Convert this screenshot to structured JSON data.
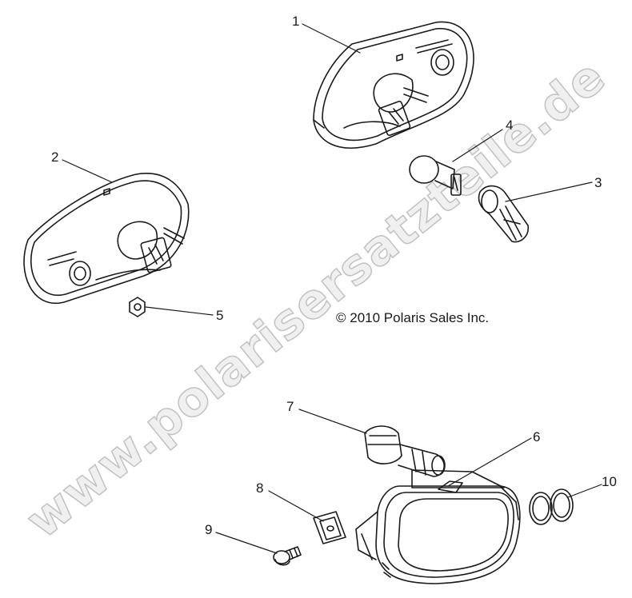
{
  "copyright": "© 2010 Polaris Sales Inc.",
  "watermark": "www.polarisersatzteile.de",
  "callouts": [
    {
      "num": "1",
      "part": "left-taillight-housing"
    },
    {
      "num": "2",
      "part": "right-taillight-housing"
    },
    {
      "num": "3",
      "part": "bulb-socket"
    },
    {
      "num": "4",
      "part": "taillight-bulb"
    },
    {
      "num": "5",
      "part": "nut"
    },
    {
      "num": "6",
      "part": "headlight-assembly"
    },
    {
      "num": "7",
      "part": "headlight-bulb"
    },
    {
      "num": "8",
      "part": "speed-nut-clip"
    },
    {
      "num": "9",
      "part": "screw"
    },
    {
      "num": "10",
      "part": "o-ring-seal"
    }
  ],
  "colors": {
    "line": "#1a1a1a",
    "watermark_fill": "#e4e4e4",
    "background": "#ffffff"
  }
}
